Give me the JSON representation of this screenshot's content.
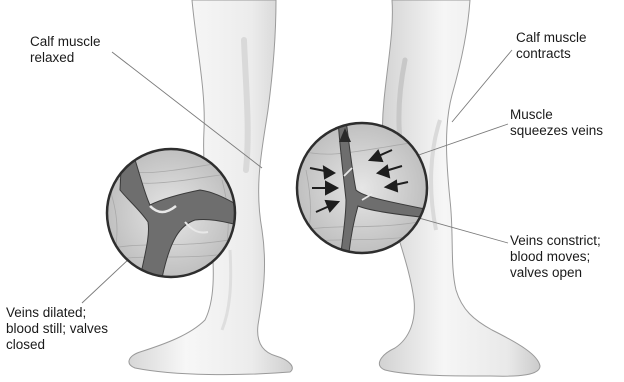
{
  "labels": {
    "left_top": "Calf muscle\nrelaxed",
    "left_bottom": "Veins dilated;\nblood still; valves\nclosed",
    "right_top": "Calf muscle\ncontracts",
    "right_mid": "Muscle\nsqueezes veins",
    "right_bottom": "Veins constrict;\nblood moves;\nvalves open"
  },
  "colors": {
    "skin_light": "#f4f4f4",
    "skin_shade": "#cfcfcf",
    "outline": "#9a9a9a",
    "vein_fill": "#6e6e6e",
    "muscle": "#bdbdbd",
    "leader_line": "#7a7a7a",
    "text": "#1a1a1a"
  }
}
